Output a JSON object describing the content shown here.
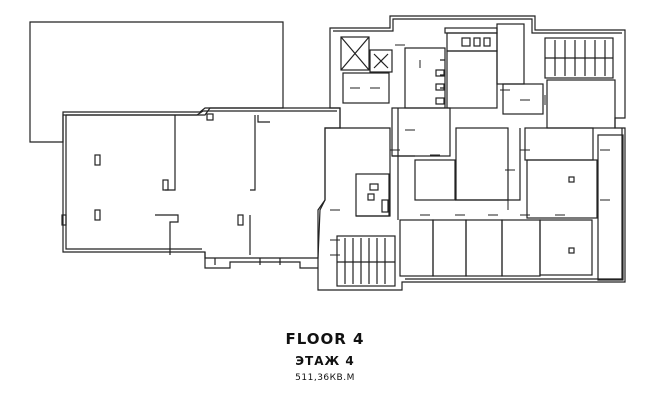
{
  "plan": {
    "title": "FLOOR 4",
    "title_ru": "ЭТАЖ 4",
    "area": "511,36КВ.М"
  }
}
